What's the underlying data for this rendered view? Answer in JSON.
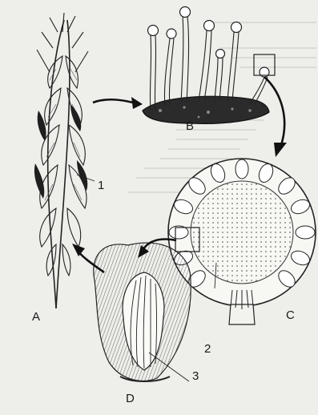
{
  "figure": {
    "labels": {
      "spike": "A",
      "stroma": "B",
      "stroma_section": "C",
      "perithecium": "D",
      "n1": "1",
      "n2": "2",
      "n3": "3"
    }
  }
}
